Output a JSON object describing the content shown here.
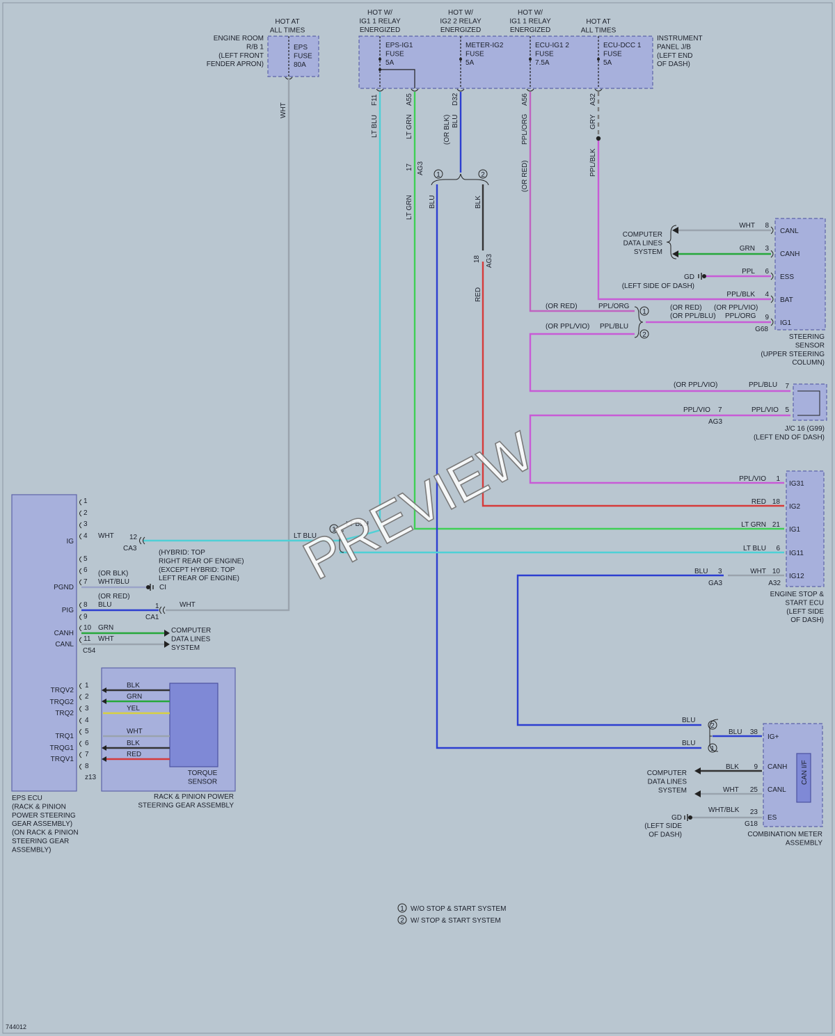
{
  "colors": {
    "lt_blu": "#4fd0d6",
    "lt_grn": "#3fcf55",
    "blu": "#2c3ed0",
    "ppl": "#c85bd6",
    "red": "#d63a3a",
    "blk": "#333333",
    "grn": "#26a83a",
    "yel": "#d8d040",
    "wht": "#9aa3ad",
    "gry": "#7c7c7c",
    "ppl_org": "#c063c0"
  },
  "fuses": {
    "eps": {
      "hot": "HOT AT\nALL TIMES",
      "title": "EPS\nFUSE\n80A",
      "location": "ENGINE ROOM\nR/B 1\n(LEFT FRONT\nFENDER APRON)",
      "wire": "WHT"
    },
    "eps_ig1": {
      "hot": "HOT W/\nIG1 1 RELAY\nENERGIZED",
      "title": "EPS-IG1\nFUSE\n5A"
    },
    "meter_ig2": {
      "hot": "HOT W/\nIG2 2 RELAY\nENERGIZED",
      "title": "METER-IG2\nFUSE\n5A"
    },
    "ecu_ig1_2": {
      "hot": "HOT W/\nIG1 1 RELAY\nENERGIZED",
      "title": "ECU-IG1 2\nFUSE\n7.5A"
    },
    "ecu_dcc1": {
      "hot": "HOT AT\nALL TIMES",
      "title": "ECU-DCC 1\nFUSE\n5A"
    },
    "panel": "INSTRUMENT\nPANEL J/B\n(LEFT END\nOF DASH)"
  },
  "pins_top": {
    "f11": "F11",
    "a55": "A55",
    "d32": "D32",
    "a56": "A56",
    "a32": "A32",
    "ag3_17": "17",
    "ag3": "AG3",
    "ag3_18": "18",
    "ag3_b": "AG3"
  },
  "wires_top": {
    "f11": "LT BLU",
    "a55": "LT GRN",
    "d32_alt": "(OR BLK)",
    "d32": "BLU",
    "a56": "PPL/ORG",
    "a32": "GRY",
    "a32b": "PPL/BLK",
    "lt_grn2": "LT GRN",
    "blu": "BLU",
    "blk": "BLK",
    "red": "RED",
    "or_red": "(OR RED)",
    "opt1": "1",
    "opt2": "2"
  },
  "steering_sensor": {
    "pins": [
      "CANL",
      "CANH",
      "ESS",
      "BAT",
      "IG1"
    ],
    "nums": [
      "8",
      "3",
      "6",
      "4",
      "9"
    ],
    "wires": [
      "WHT",
      "GRN",
      "PPL",
      "PPL/BLK"
    ],
    "connector": "G68",
    "label": "STEERING\nSENSOR\n(UPPER STEERING\nCOLUMN)",
    "cdls": "COMPUTER\nDATA LINES\nSYSTEM",
    "gd": "GD",
    "gd_loc": "(LEFT SIDE OF DASH)",
    "ig1_wires": {
      "r1a": "(OR RED)",
      "r1b": "PPL/ORG",
      "r1c": "(OR RED)",
      "r1d": "(OR PPL/VIO)",
      "r2a": "(OR PPL/VIO)",
      "r2b": "PPL/BLU",
      "r2c": "(OR PPL/BLU)",
      "r2d": "PPL/ORG",
      "o1": "1",
      "o2": "2"
    }
  },
  "jc16": {
    "label": "J/C 16 (G99)\n(LEFT END OF DASH)",
    "w1a": "(OR PPL/VIO)",
    "w1b": "PPL/BLU",
    "p1": "7",
    "w2a": "PPL/VIO",
    "p2a": "7",
    "w2b": "PPL/VIO",
    "p2": "5",
    "conn": "AG3"
  },
  "engine_ecu": {
    "pins": [
      "IG31",
      "IG2",
      "IG1",
      "IG11",
      "IG12"
    ],
    "nums": [
      "1",
      "18",
      "21",
      "6",
      "10"
    ],
    "wires": [
      "PPL/VIO",
      "RED",
      "LT GRN",
      "LT BLU",
      "WHT"
    ],
    "label": "ENGINE STOP &\nSTART ECU\n(LEFT SIDE\nOF DASH)",
    "conn": "A32",
    "blu": "BLU",
    "ga3_num": "3",
    "ga3": "GA3"
  },
  "eps_ecu": {
    "label": "EPS ECU\n(RACK & PINION\nPOWER STEERING\nGEAR ASSEMBLY)\n(ON RACK & PINION\nSTEERING GEAR\nASSEMBLY)",
    "upper_nums": [
      "1",
      "2",
      "3",
      "4",
      "5",
      "6",
      "7",
      "8",
      "9",
      "10",
      "11"
    ],
    "upper_pins": {
      "ig": "IG",
      "pgnd": "PGND",
      "pig": "PIG",
      "canh": "CANH",
      "canl": "CANL"
    },
    "conn_c54": "C54",
    "lower_nums": [
      "1",
      "2",
      "3",
      "4",
      "5",
      "6",
      "7",
      "8"
    ],
    "lower_pins": [
      "TRQV2",
      "TRQG2",
      "TRQ2",
      "TRQ1",
      "TRQG1",
      "TRQV1"
    ],
    "conn_z13": "z13",
    "ig_wire": "WHT",
    "ig_num": "12",
    "ca3": "CA3",
    "hybrid_note": "(HYBRID: TOP\nRIGHT REAR OF ENGINE)\n(EXCEPT HYBRID: TOP\nLEFT REAR OF ENGINE)",
    "lt_blu": "LT BLU",
    "lt_blu2": "LT BLU",
    "opt1": "1",
    "pgnd_alt": "(OR BLK)",
    "pgnd_wire": "WHT/BLU",
    "ci": "CI",
    "pig_alt": "(OR RED)",
    "pig_wire": "BLU",
    "ca1_num": "1",
    "ca1": "CA1",
    "pig_wht": "WHT",
    "canh_wire": "GRN",
    "canl_wire": "WHT",
    "cdls": "COMPUTER\nDATA LINES\nSYSTEM"
  },
  "torque": {
    "wires": [
      "BLK",
      "GRN",
      "YEL",
      "WHT",
      "BLK",
      "RED"
    ],
    "sensor": "TORQUE\nSENSOR",
    "assembly": "RACK & PINION POWER\nSTEERING GEAR ASSEMBLY"
  },
  "meter": {
    "pins": [
      "IG+",
      "CANH",
      "CANL",
      "ES"
    ],
    "nums": [
      "38",
      "9",
      "25",
      "23"
    ],
    "wires": [
      "BLU",
      "BLK",
      "WHT",
      "WHT/BLK"
    ],
    "canif": "CAN I/F",
    "conn": "G18",
    "label": "COMBINATION METER\nASSEMBLY",
    "cdls": "COMPUTER\nDATA LINES\nSYSTEM",
    "gd": "GD",
    "gd_loc": "(LEFT SIDE\nOF DASH)",
    "blu_in1": "BLU",
    "blu_in2": "BLU",
    "o1": "1",
    "o2": "2"
  },
  "legend": {
    "o1": "1",
    "o2": "2",
    "l1": "W/O STOP & START SYSTEM",
    "l2": "W/ STOP & START SYSTEM"
  },
  "figure_id": "744012",
  "watermark": "PREVIEW"
}
